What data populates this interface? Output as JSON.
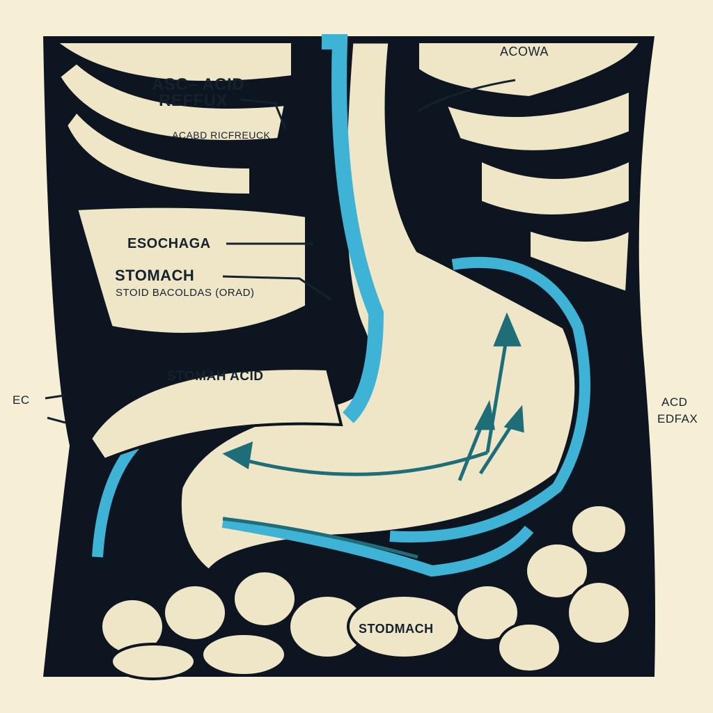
{
  "labels": {
    "title_line1": "ASC– ACID",
    "title_line2": "REFFUX",
    "subtitle": "ACABD RICFREUCK",
    "top_right": "ACOWA",
    "esophagus": "ESOCHAGA",
    "stomach": "STOMACH",
    "stomach_sub": "STOID BACOLDAS (ORAD)",
    "stomach_acid": "STOMAH ACID",
    "left_margin": "EC",
    "right_margin_1": "ACD",
    "right_margin_2": "EDFAX",
    "bottom": "STODMACH"
  },
  "colors": {
    "background": "#f6efd6",
    "frame": "#0d1520",
    "tissue": "#efe6c8",
    "accent_blue": "#3fb3d6",
    "arrow_teal": "#1e6e7a"
  }
}
